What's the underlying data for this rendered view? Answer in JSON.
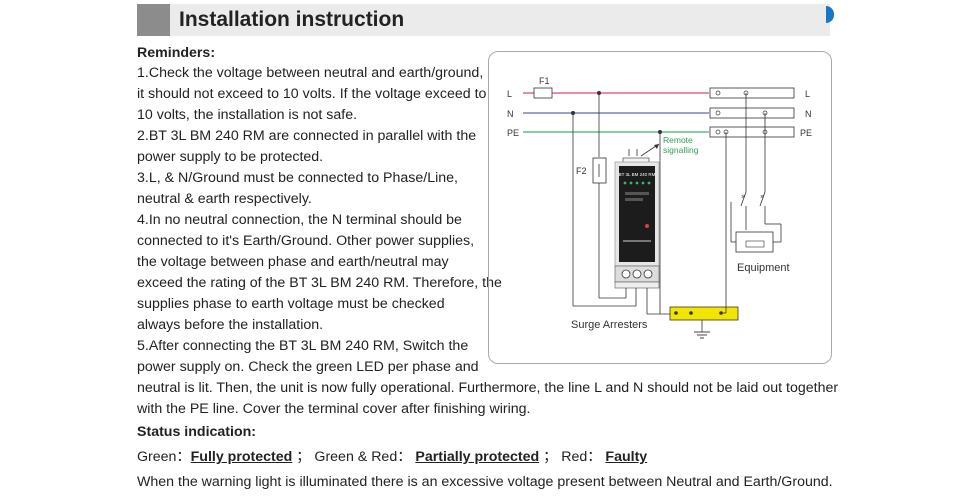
{
  "header": {
    "title": "Installation instruction"
  },
  "reminders": {
    "heading": "Reminders:",
    "lines": [
      "1.Check the voltage between neutral and earth/ground,",
      "it should not exceed to 10 volts. If the voltage exceed to",
      "10 volts, the installation is not safe.",
      "2.BT 3L BM 240 RM are connected in parallel with the",
      "power supply to be protected.",
      "3.L, & N/Ground must be connected to Phase/Line,",
      "neutral & earth respectively.",
      "4.In no neutral connection, the N terminal should be",
      "connected to it's Earth/Ground. Other power supplies,",
      "the voltage between phase and earth/neutral may",
      "exceed the rating of the BT 3L BM 240 RM. Therefore, the",
      "supplies phase to earth voltage must be checked",
      "always before the installation.",
      "5.After connecting the BT 3L BM 240 RM, Switch the",
      "power supply on. Check the green LED per phase and",
      "neutral is lit. Then, the unit is now fully operational. Furthermore, the line L and N should not be laid out together",
      "with the PE line. Cover the terminal cover after finishing wiring."
    ]
  },
  "status": {
    "heading": "Status indication:",
    "green_label": "Green：",
    "green_value": "Fully protected",
    "sep1": "； Green & Red：",
    "greenred_value": "Partially protected",
    "sep2": "； Red：",
    "red_value": "Faulty",
    "warning": "When the warning light is illuminated there is an excessive voltage present between Neutral and Earth/Ground."
  },
  "diagram": {
    "line_L": "L",
    "line_N": "N",
    "line_PE": "PE",
    "fuse1": "F1",
    "fuse2": "F2",
    "remote": "Remote",
    "signalling": "signalling",
    "equipment": "Equipment",
    "surge_arresters": "Surge Arresters",
    "device_model": "BT 3L BM 240 RM",
    "colors": {
      "L": "#e0457b",
      "N": "#5a6ab0",
      "PE": "#3bb273",
      "bar": "#f2e600"
    }
  }
}
